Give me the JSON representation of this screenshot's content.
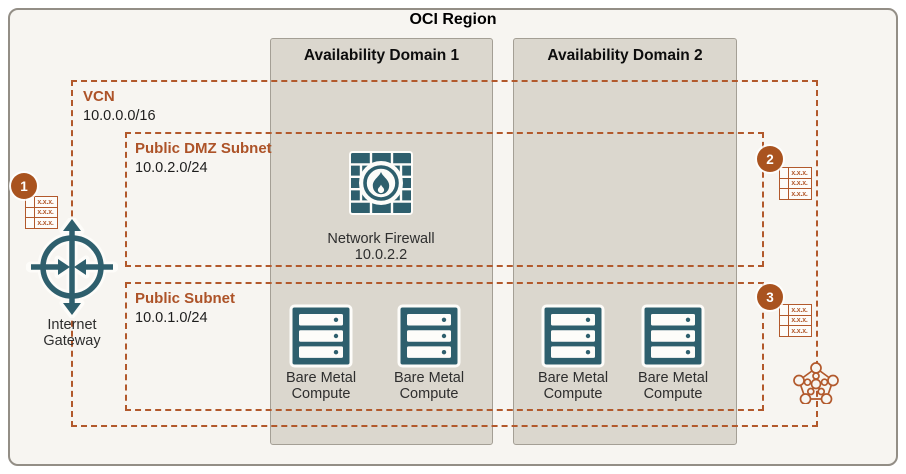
{
  "region": {
    "title": "OCI Region"
  },
  "availability_domains": [
    {
      "label": "Availability Domain 1"
    },
    {
      "label": "Availability Domain 2"
    }
  ],
  "vcn": {
    "label": "VCN",
    "cidr": "10.0.0.0/16"
  },
  "subnets": [
    {
      "label": "Public DMZ Subnet",
      "cidr": "10.0.2.0/24"
    },
    {
      "label": "Public Subnet",
      "cidr": "10.0.1.0/24"
    }
  ],
  "nodes": {
    "internet_gateway": {
      "label": "Internet Gateway"
    },
    "network_firewall": {
      "label": "Network Firewall",
      "ip": "10.0.2.2"
    },
    "bare_metal_compute": {
      "label": "Bare Metal Compute"
    }
  },
  "badges": [
    {
      "number": "1"
    },
    {
      "number": "2"
    },
    {
      "number": "3"
    }
  ],
  "route_table": {
    "cell_text": "x.x.x."
  },
  "colors": {
    "accent_orange": "#b2592c",
    "badge_fill": "#a9531f",
    "icon_teal": "#2e5f6d",
    "ad_box_fill": "#dbd7ce",
    "frame_fill": "#f7f5f1"
  }
}
